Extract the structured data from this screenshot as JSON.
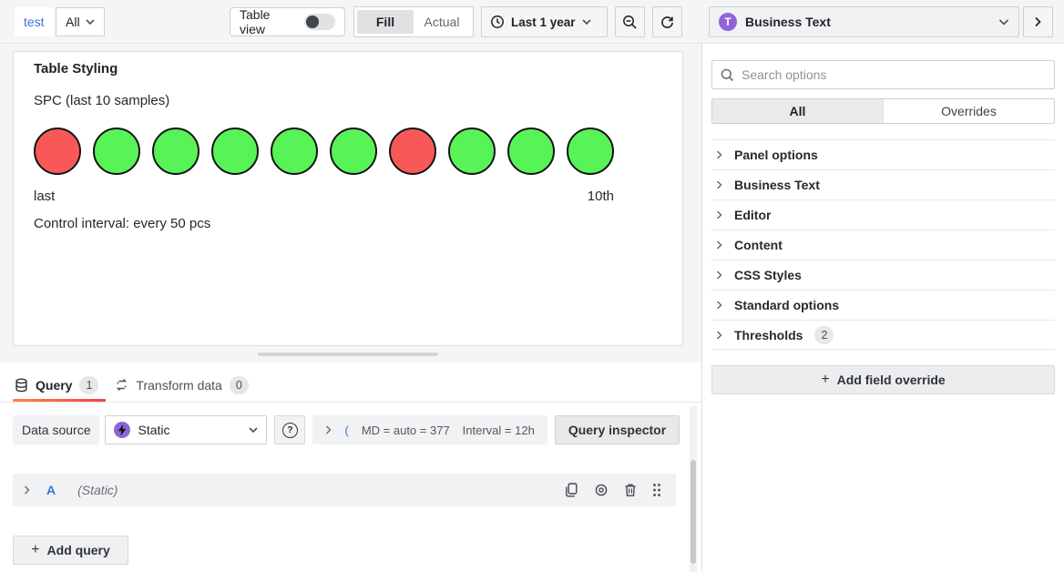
{
  "colors": {
    "circle_red": "#f95858",
    "circle_green": "#57f357",
    "accent_purple": "#9064d9",
    "link_blue": "#3d71d9",
    "tab_gradient_start": "#ff8833",
    "tab_gradient_end": "#f53e4c"
  },
  "icons": {
    "plus": "+",
    "help": "?",
    "business_text_logo": "T"
  },
  "topbar": {
    "breadcrumb": "test",
    "panel_select": "All",
    "table_view_label": "Table view",
    "size_fill": "Fill",
    "size_actual": "Actual",
    "time_range": "Last 1 year",
    "viz_name": "Business Text"
  },
  "panel": {
    "title": "Table Styling",
    "subtitle": "SPC (last 10 samples)",
    "circles": [
      "red",
      "green",
      "green",
      "green",
      "green",
      "green",
      "red",
      "green",
      "green",
      "green"
    ],
    "axis_left": "last",
    "axis_right": "10th",
    "control_text": "Control interval: every 50 pcs"
  },
  "query_section": {
    "tabs": [
      {
        "label": "Query",
        "badge": "1"
      },
      {
        "label": "Transform data",
        "badge": "0"
      }
    ],
    "datasource_label": "Data source",
    "datasource_value": "Static",
    "options_prefix": "(",
    "options_md": "MD = auto = 377",
    "options_interval": "Interval = 12h",
    "inspector_label": "Query inspector",
    "row": {
      "ref": "A",
      "name": "(Static)"
    },
    "add_query_label": "Add query"
  },
  "sidebar": {
    "search_placeholder": "Search options",
    "filter_all": "All",
    "filter_overrides": "Overrides",
    "sections": [
      {
        "label": "Panel options"
      },
      {
        "label": "Business Text"
      },
      {
        "label": "Editor"
      },
      {
        "label": "Content"
      },
      {
        "label": "CSS Styles"
      },
      {
        "label": "Standard options"
      },
      {
        "label": "Thresholds",
        "badge": "2"
      }
    ],
    "add_override_label": "Add field override"
  }
}
